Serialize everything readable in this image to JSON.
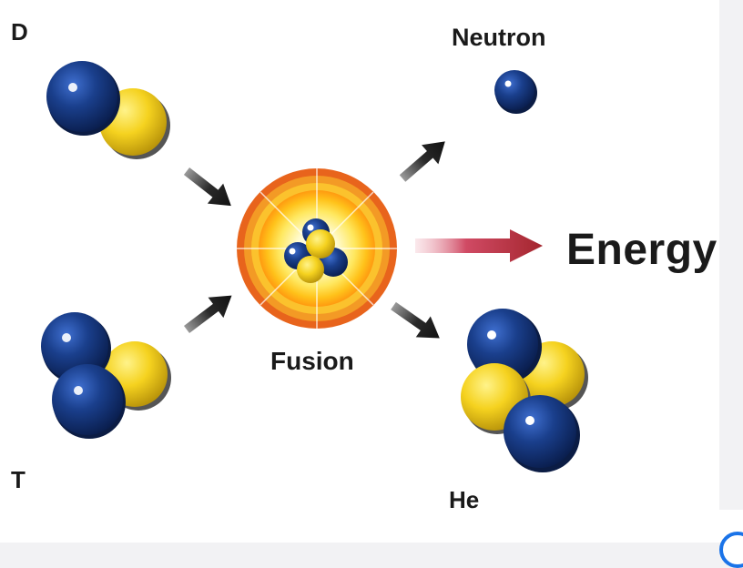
{
  "labels": {
    "deuterium": "D",
    "tritium": "T",
    "neutron": "Neutron",
    "fusion": "Fusion",
    "energy": "Energy",
    "helium": "He"
  },
  "colors": {
    "proton_blue": "#1a3f8c",
    "neutron_yellow": "#f5d21f",
    "arrow": "#1c1c1c",
    "energy_arrow": "#b8283d",
    "fusion_ring": "#e8641c"
  }
}
